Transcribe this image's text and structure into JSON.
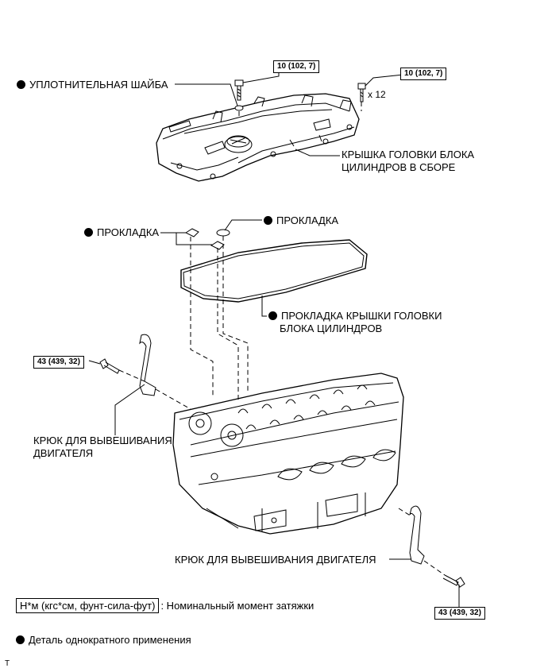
{
  "torque_values": {
    "bolt_single": "10 (102, 7)",
    "bolt_multi": "10 (102, 7)",
    "hook_left": "43 (439, 32)",
    "hook_right": "43 (439, 32)"
  },
  "quantity": "x 12",
  "labels": {
    "washer": "УПЛОТНИТЕЛЬНАЯ ШАЙБА",
    "cover_line1": "КРЫШКА ГОЛОВКИ БЛОКА",
    "cover_line2": "ЦИЛИНДРОВ В СБОРЕ",
    "gasket_left": "ПРОКЛАДКА",
    "gasket_right": "ПРОКЛАДКА",
    "cover_gasket_line1": "ПРОКЛАДКА КРЫШКИ ГОЛОВКИ",
    "cover_gasket_line2": "БЛОКА ЦИЛИНДРОВ",
    "hook_left_line1": "КРЮК ДЛЯ ВЫВЕШИВАНИЯ",
    "hook_left_line2": "ДВИГАТЕЛЯ",
    "hook_right": "КРЮК ДЛЯ ВЫВЕШИВАНИЯ ДВИГАТЕЛЯ"
  },
  "legend": {
    "unit_box": "Н*м (кгс*см, фунт-сила-фут)",
    "unit_desc": ": Номинальный момент затяжки",
    "single_use": "Деталь однократного применения"
  },
  "footer_code": "T"
}
